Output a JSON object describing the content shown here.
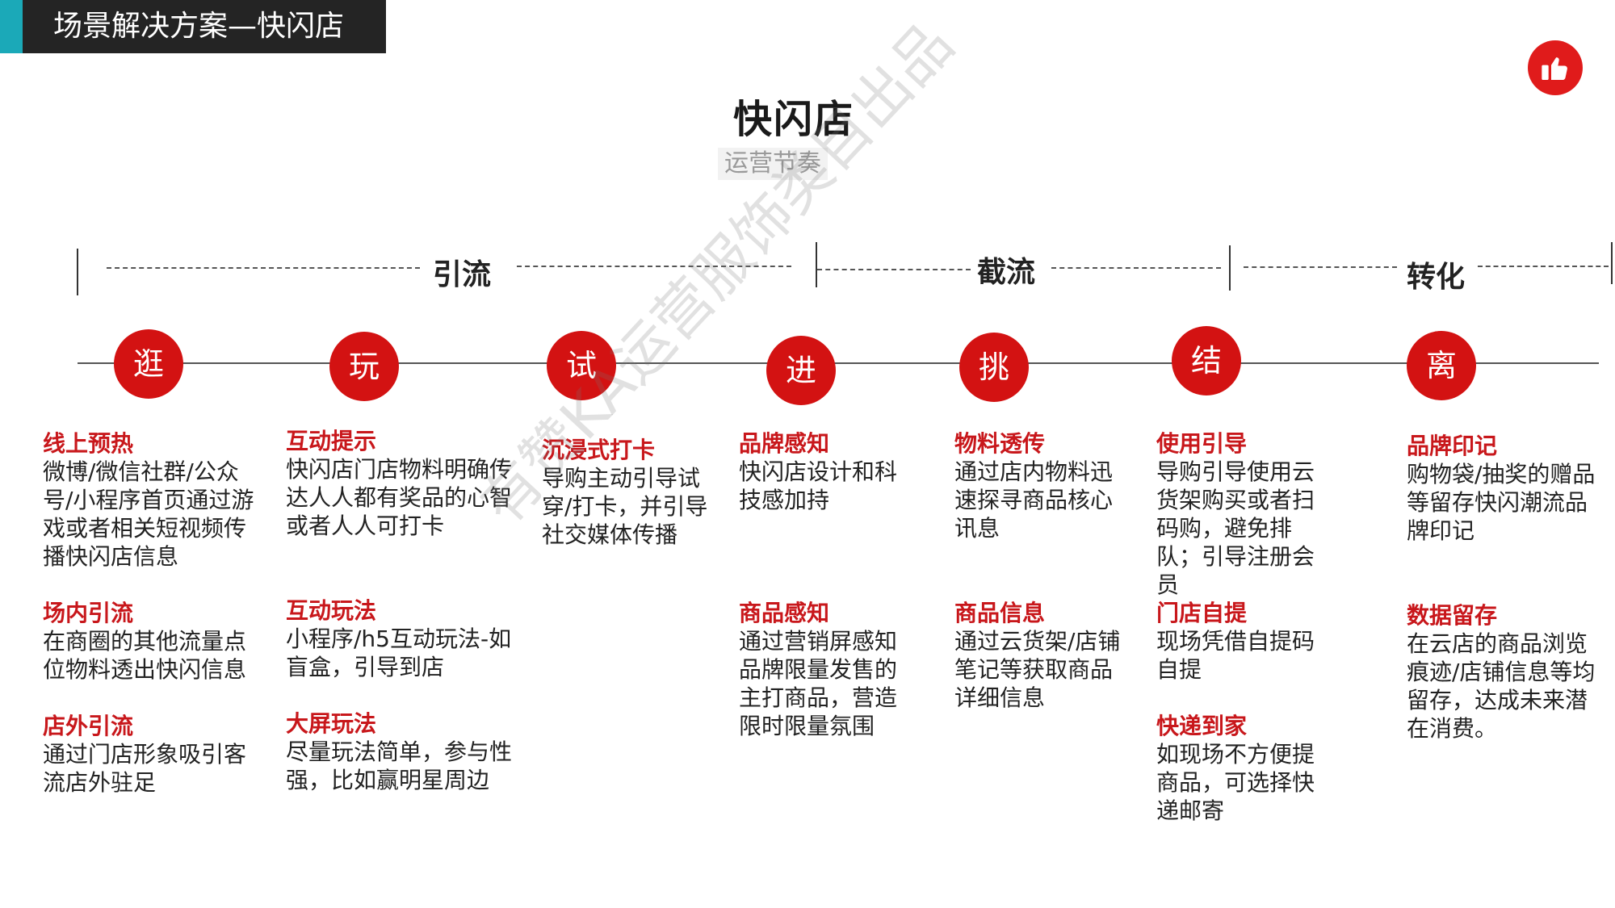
{
  "header": {
    "title": "场景解决方案—快闪店"
  },
  "like_icon": "thumbs-up-icon",
  "page": {
    "title": "快闪店",
    "subtitle": "运营节奏"
  },
  "phases": [
    {
      "label": "引流"
    },
    {
      "label": "截流"
    },
    {
      "label": "转化"
    }
  ],
  "steps": [
    {
      "label": "逛"
    },
    {
      "label": "玩"
    },
    {
      "label": "试"
    },
    {
      "label": "进"
    },
    {
      "label": "挑"
    },
    {
      "label": "结"
    },
    {
      "label": "离"
    }
  ],
  "columns": [
    {
      "items": [
        {
          "title": "线上预热",
          "body": "微博/微信社群/公众号/小程序首页通过游戏或者相关短视频传播快闪店信息"
        },
        {
          "title": "场内引流",
          "body": "在商圈的其他流量点位物料透出快闪信息"
        },
        {
          "title": "店外引流",
          "body": "通过门店形象吸引客流店外驻足"
        }
      ]
    },
    {
      "items": [
        {
          "title": "互动提示",
          "body": "快闪店门店物料明确传达人人都有奖品的心智或者人人可打卡"
        },
        {
          "title": "互动玩法",
          "body": "小程序/h5互动玩法-如盲盒，引导到店"
        },
        {
          "title": "大屏玩法",
          "body": "尽量玩法简单，参与性强，比如赢明星周边"
        }
      ]
    },
    {
      "items": [
        {
          "title": "沉浸式打卡",
          "body": "导购主动引导试穿/打卡，并引导社交媒体传播"
        }
      ]
    },
    {
      "items": [
        {
          "title": "品牌感知",
          "body": "快闪店设计和科技感加持"
        },
        {
          "title": "商品感知",
          "body": "通过营销屏感知品牌限量发售的主打商品，营造限时限量氛围"
        }
      ]
    },
    {
      "items": [
        {
          "title": "物料透传",
          "body": "通过店内物料迅速探寻商品核心讯息"
        },
        {
          "title": "商品信息",
          "body": "通过云货架/店铺笔记等获取商品详细信息"
        }
      ]
    },
    {
      "items": [
        {
          "title": "使用引导",
          "body": "导购引导使用云货架购买或者扫码购，避免排队；引导注册会员"
        },
        {
          "title": "门店自提",
          "body": "现场凭借自提码自提"
        },
        {
          "title": "快递到家",
          "body": "如现场不方便提商品，可选择快递邮寄"
        }
      ]
    },
    {
      "items": [
        {
          "title": "品牌印记",
          "body": "购物袋/抽奖的赠品等留存快闪潮流品牌印记"
        },
        {
          "title": "数据留存",
          "body": "在云店的商品浏览痕迹/店铺信息等均留存，达成未来潜在消费。"
        }
      ]
    }
  ],
  "watermark": "有赞KA运营服饰类目出品"
}
